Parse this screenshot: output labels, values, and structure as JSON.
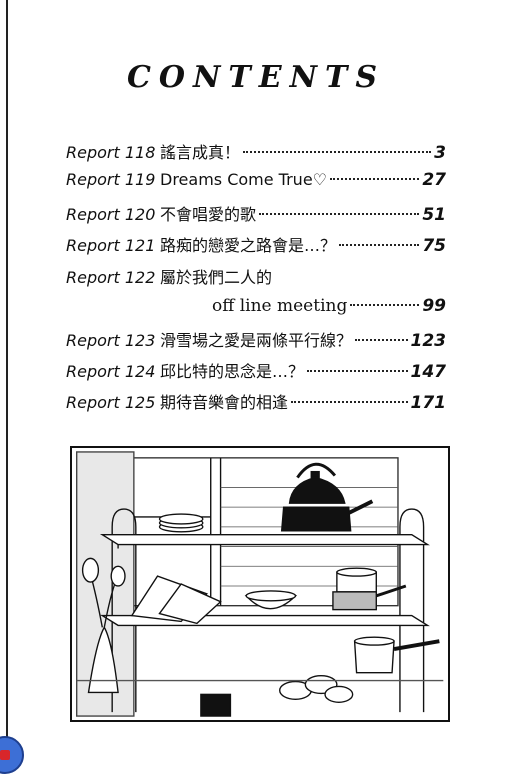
{
  "title": "CONTENTS",
  "entries": [
    {
      "report": "Report 118",
      "title": "謠言成真！",
      "page": "3"
    },
    {
      "report": "Report 119",
      "title": "Dreams Come True♡",
      "page": "27"
    },
    {
      "report": "Report 120",
      "title": "不會唱愛的歌",
      "page": "51"
    },
    {
      "report": "Report 121",
      "title": "路痴的戀愛之路會是…？",
      "page": "75"
    },
    {
      "report": "Report 122",
      "title": "屬於我們二人的",
      "title2": "off line meeting",
      "page": "99"
    },
    {
      "report": "Report 123",
      "title": "滑雪場之愛是兩條平行線？",
      "page": "123"
    },
    {
      "report": "Report 124",
      "title": "邱比特的思念是…？",
      "page": "147"
    },
    {
      "report": "Report 125",
      "title": "期待音樂會的相逢",
      "page": "171"
    }
  ]
}
